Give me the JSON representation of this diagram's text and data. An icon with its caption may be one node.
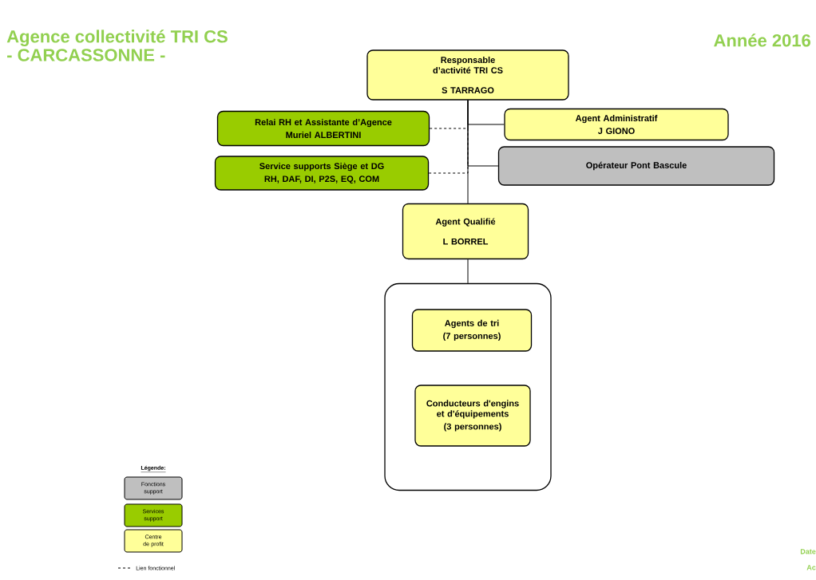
{
  "diagram": {
    "title": "Agence collectivité TRI CS",
    "nodes": [
      {
        "text": [
          "Responsable d’activité TRI CS",
          "S TARRAGO"
        ]
      },
      {
        "text": [
          "Relai RH et Assistante d’Agence",
          "Muriel ALBERTINI"
        ]
      },
      {
        "text": [
          "Agent  Administratif",
          "J GIONO"
        ]
      },
      {
        "text": [
          "Service supports Siège et DG",
          "RH, DAF, DI, P2S, EQ, COM"
        ]
      },
      {
        "text": [
          "Opérateur Pont Bascule"
        ]
      },
      {
        "text": [
          "Agent Qualifié",
          "L BORREL"
        ]
      },
      {
        "text": [],
        "shape": "box"
      },
      {
        "text": [
          "Agents de tri",
          "(7 personnes)"
        ],
        "in": 6
      },
      {
        "text": [
          "Conducteurs d'engins et d'équipements",
          "(3 personnes)"
        ],
        "in": 6
      }
    ],
    "edges": [
      {
        "from": 0,
        "to": 5,
        "arrow": "none"
      },
      {
        "from": 0,
        "to": 2,
        "arrow": "none"
      },
      {
        "from": 0,
        "to": 4,
        "arrow": "none"
      },
      {
        "from": 1,
        "to": 0,
        "arrow": "none",
        "style": "dashed"
      },
      {
        "from": 3,
        "to": 0,
        "arrow": "none",
        "style": "dashed"
      },
      {
        "from": 5,
        "to": 6,
        "arrow": "none"
      }
    ],
    "labels": [
      "- CARCASSONNE -",
      "Année 2016",
      "Légende:",
      "Date",
      "Ac"
    ],
    "legend": [
      {
        "text": "Fonctions support",
        "color": "#bfbfbf"
      },
      {
        "text": "Services support",
        "color": "#99cc00"
      },
      {
        "text": "Centre de profit",
        "color": "#ffff99"
      },
      {
        "text": "Lien fonctionnel"
      }
    ]
  }
}
